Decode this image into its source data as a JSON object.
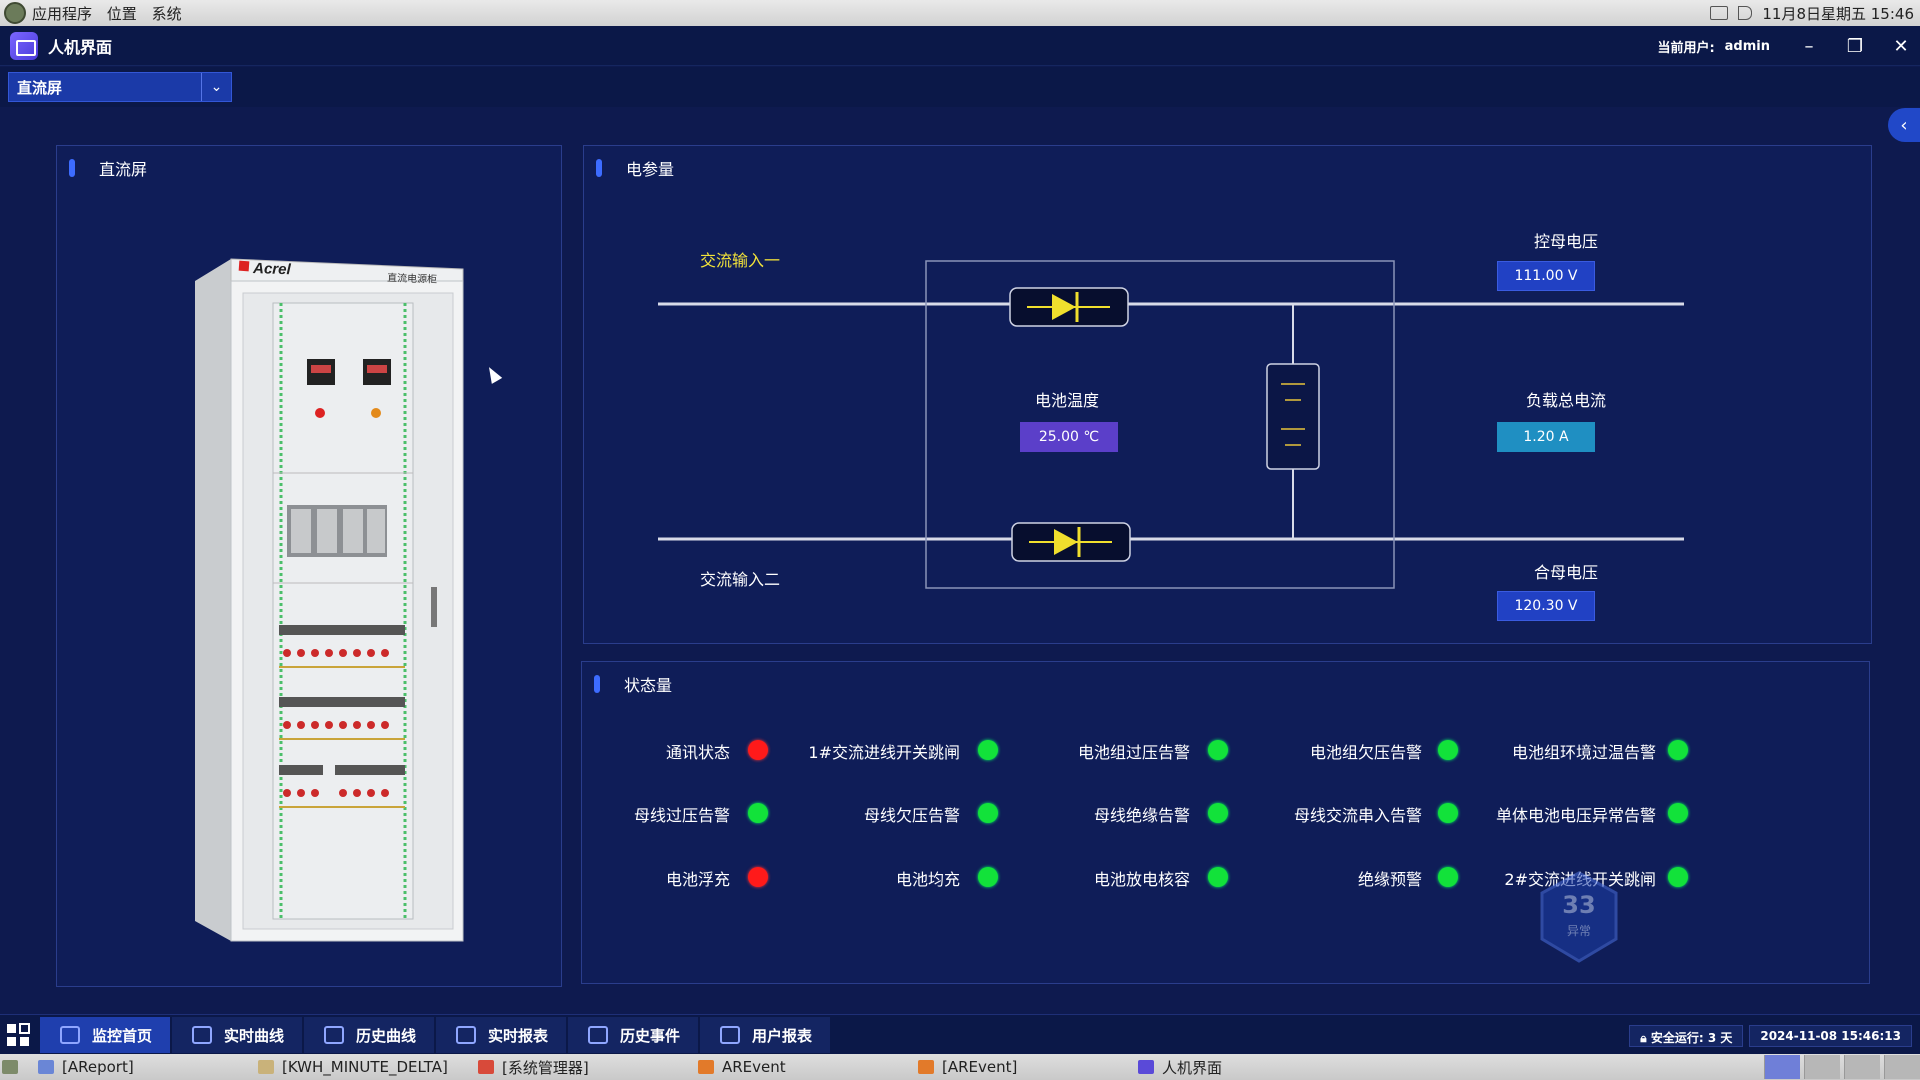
{
  "os_menu": {
    "items": [
      "应用程序",
      "位置",
      "系统"
    ],
    "clock": "11月8日星期五 15:46"
  },
  "app": {
    "title": "人机界面",
    "user_label": "当前用户:",
    "user_name": "admin"
  },
  "selector": {
    "value": "直流屏"
  },
  "panels": {
    "cabinet_title": "直流屏",
    "params_title": "电参量",
    "status_title": "状态量"
  },
  "cabinet": {
    "brand": "Acrel",
    "model": "直流电源柜"
  },
  "diagram": {
    "ac_input_1": "交流输入一",
    "ac_input_2": "交流输入二",
    "battery_temp_label": "电池温度",
    "battery_temp_value": "25.00 ℃",
    "control_bus_label": "控母电压",
    "control_bus_value": "111.00 V",
    "load_current_label": "负载总电流",
    "load_current_value": "1.20 A",
    "closing_bus_label": "合母电压",
    "closing_bus_value": "120.30 V",
    "colors": {
      "control_bus": "#2141c4",
      "battery_temp": "#5b3fc9",
      "load_current": "#1f8fc2",
      "closing_bus": "#2141c4"
    }
  },
  "status": [
    {
      "label": "通讯状态",
      "state": "red"
    },
    {
      "label": "1#交流进线开关跳闸",
      "state": "green"
    },
    {
      "label": "电池组过压告警",
      "state": "green"
    },
    {
      "label": "电池组欠压告警",
      "state": "green"
    },
    {
      "label": "电池组环境过温告警",
      "state": "green"
    },
    {
      "label": "母线过压告警",
      "state": "green"
    },
    {
      "label": "母线欠压告警",
      "state": "green"
    },
    {
      "label": "母线绝缘告警",
      "state": "green"
    },
    {
      "label": "母线交流串入告警",
      "state": "green"
    },
    {
      "label": "单体电池电压异常告警",
      "state": "green"
    },
    {
      "label": "电池浮充",
      "state": "red"
    },
    {
      "label": "电池均充",
      "state": "green"
    },
    {
      "label": "电池放电核容",
      "state": "green"
    },
    {
      "label": "绝缘预警",
      "state": "green"
    },
    {
      "label": "2#交流进线开关跳闸",
      "state": "green"
    }
  ],
  "watermark": {
    "count": "33",
    "text": "异常"
  },
  "nav": {
    "items": [
      "监控首页",
      "实时曲线",
      "历史曲线",
      "实时报表",
      "历史事件",
      "用户报表"
    ],
    "active": 0
  },
  "footer": {
    "uptime": "安全运行: 3 天",
    "datetime": "2024-11-08 15:46:13"
  },
  "taskbar": {
    "items": [
      "[AReport]",
      "[KWH_MINUTE_DELTA]",
      "[系统管理器]",
      "AREvent",
      "[AREvent]",
      "人机界面"
    ]
  }
}
